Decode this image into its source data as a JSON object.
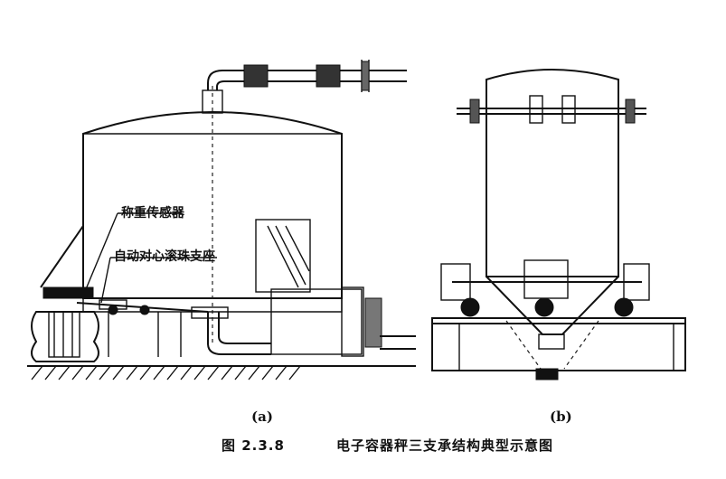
{
  "labels": {
    "weighing_sensor": "称重传感器",
    "ball_support": "自动对心滚珠支座",
    "panel_a": "(a)",
    "panel_b": "(b)"
  },
  "caption": {
    "fig_no": "图 2.3.8",
    "title": "电子容器秤三支承结构典型示意图"
  }
}
